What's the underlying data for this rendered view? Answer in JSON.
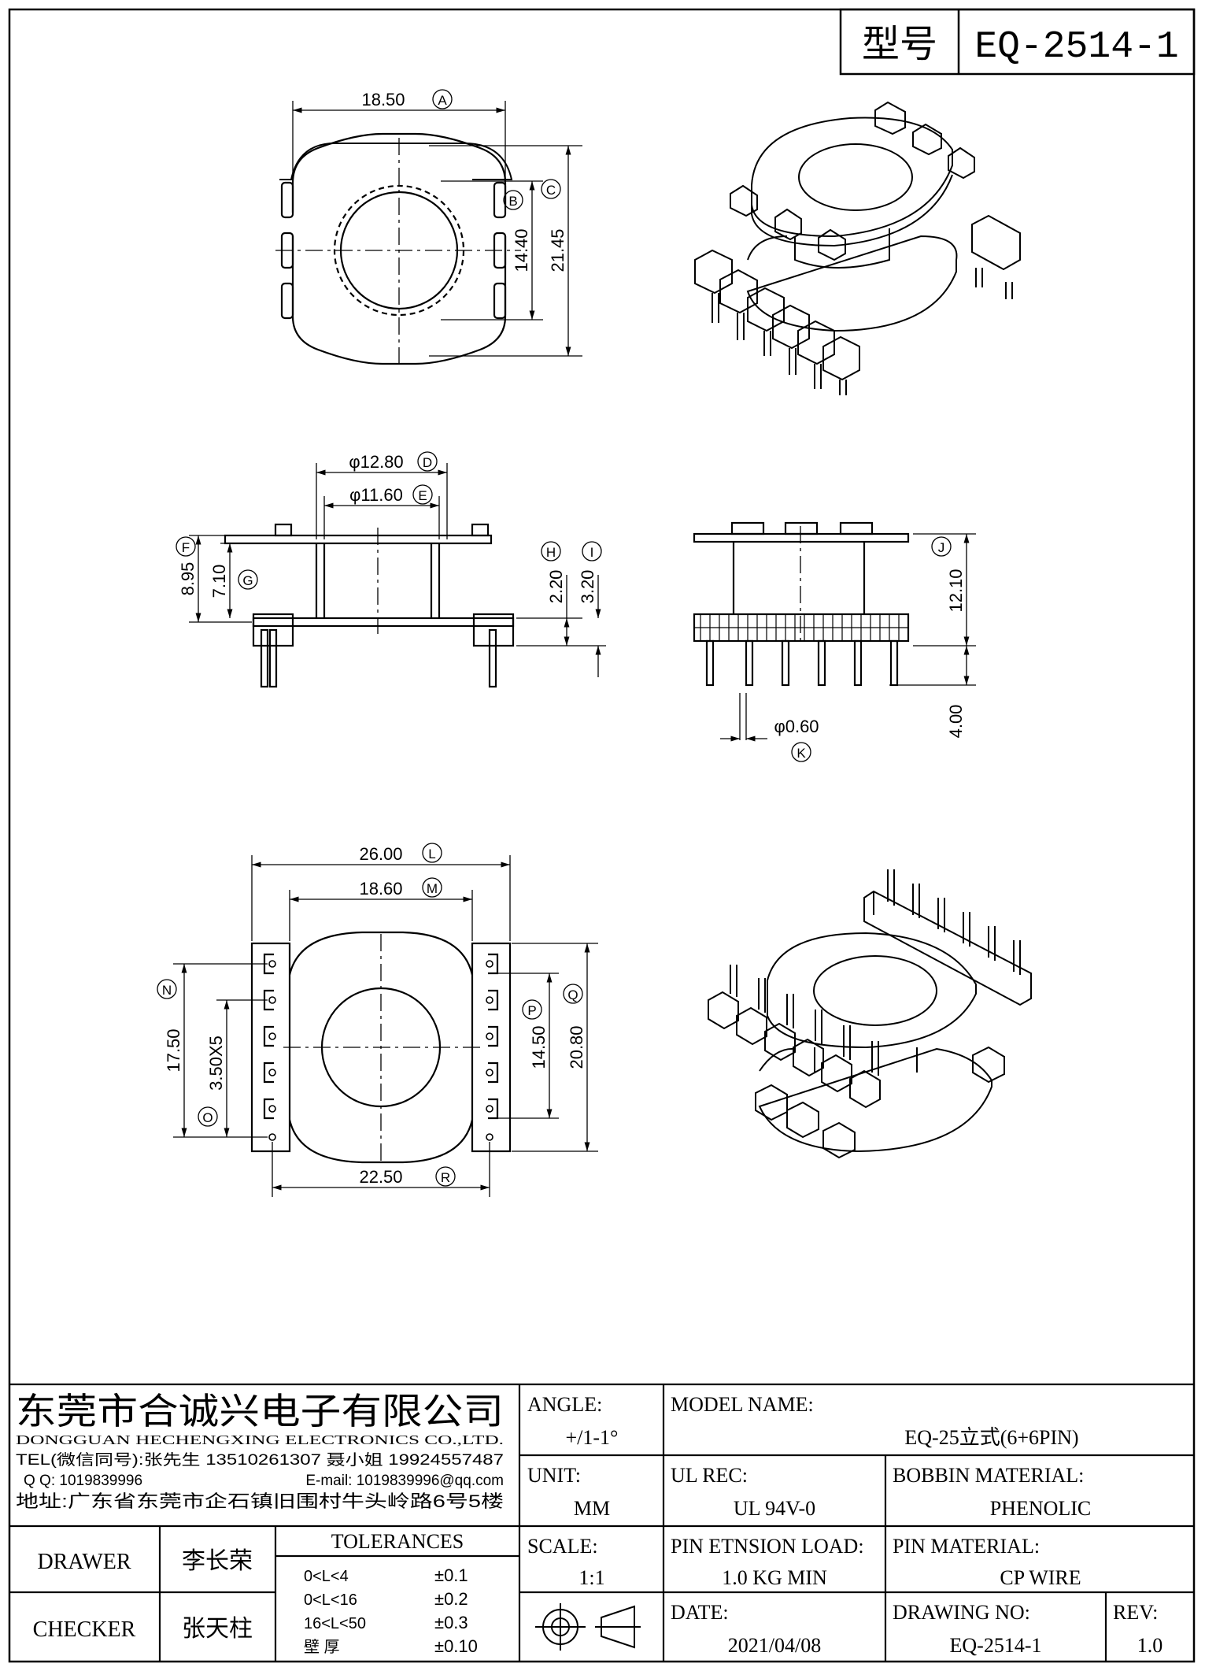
{
  "model_box": {
    "label": "型号",
    "value": "EQ-2514-1"
  },
  "dimensions": {
    "A": {
      "value": "18.50",
      "letter": "A"
    },
    "B": {
      "value": "14.40",
      "letter": "B"
    },
    "C": {
      "value": "21.45",
      "letter": "C"
    },
    "D": {
      "value": "φ12.80",
      "letter": "D"
    },
    "E": {
      "value": "φ11.60",
      "letter": "E"
    },
    "F": {
      "value": "8.95",
      "letter": "F"
    },
    "G": {
      "value": "7.10",
      "letter": "G"
    },
    "H": {
      "value": "2.20",
      "letter": "H"
    },
    "I": {
      "value": "3.20",
      "letter": "I"
    },
    "J": {
      "value": "12.10",
      "letter": "J"
    },
    "K": {
      "value": "φ0.60",
      "letter": "K"
    },
    "K2": {
      "value": "4.00"
    },
    "L": {
      "value": "26.00",
      "letter": "L"
    },
    "M": {
      "value": "18.60",
      "letter": "M"
    },
    "N": {
      "value": "17.50",
      "letter": "N"
    },
    "O": {
      "value": "3.50X5",
      "letter": "O"
    },
    "P": {
      "value": "14.50",
      "letter": "P"
    },
    "Q": {
      "value": "20.80",
      "letter": "Q"
    },
    "R": {
      "value": "22.50",
      "letter": "R"
    }
  },
  "title_block": {
    "company_cn": "东莞市合诚兴电子有限公司",
    "company_en": "DONGGUAN HECHENGXING ELECTRONICS CO.,LTD.",
    "tel": "TEL(微信同号):张先生 13510261307 聂小姐 19924557487",
    "qq": "Q Q: 1019839996",
    "email": "E-mail: 1019839996@qq.com",
    "address": "地址:广东省东莞市企石镇旧围村牛头岭路6号5楼",
    "angle_label": "ANGLE:",
    "angle_value": "+/1-1°",
    "unit_label": "UNIT:",
    "unit_value": "MM",
    "scale_label": "SCALE:",
    "scale_value": "1:1",
    "model_name_label": "MODEL NAME:",
    "model_name_value": "EQ-25立式(6+6PIN)",
    "ul_label": "UL REC:",
    "ul_value": "UL 94V-0",
    "bobbin_label": "BOBBIN MATERIAL:",
    "bobbin_value": "PHENOLIC",
    "pin_load_label": "PIN ETNSION LOAD:",
    "pin_load_value": "1.0 KG MIN",
    "pin_material_label": "PIN MATERIAL:",
    "pin_material_value": "CP WIRE",
    "date_label": "DATE:",
    "date_value": "2021/04/08",
    "drawing_no_label": "DRAWING NO:",
    "drawing_no_value": "EQ-2514-1",
    "rev_label": "REV:",
    "rev_value": "1.0",
    "drawer_label": "DRAWER",
    "drawer_value": "李长荣",
    "checker_label": "CHECKER",
    "checker_value": "张天柱",
    "tolerances_label": "TOLERANCES",
    "tolerances": [
      {
        "range": "0<L<4",
        "tol": "±0.1"
      },
      {
        "range": "0<L<16",
        "tol": "±0.2"
      },
      {
        "range": "16<L<50",
        "tol": "±0.3"
      },
      {
        "range": "壁    厚",
        "tol": "±0.10"
      }
    ]
  }
}
